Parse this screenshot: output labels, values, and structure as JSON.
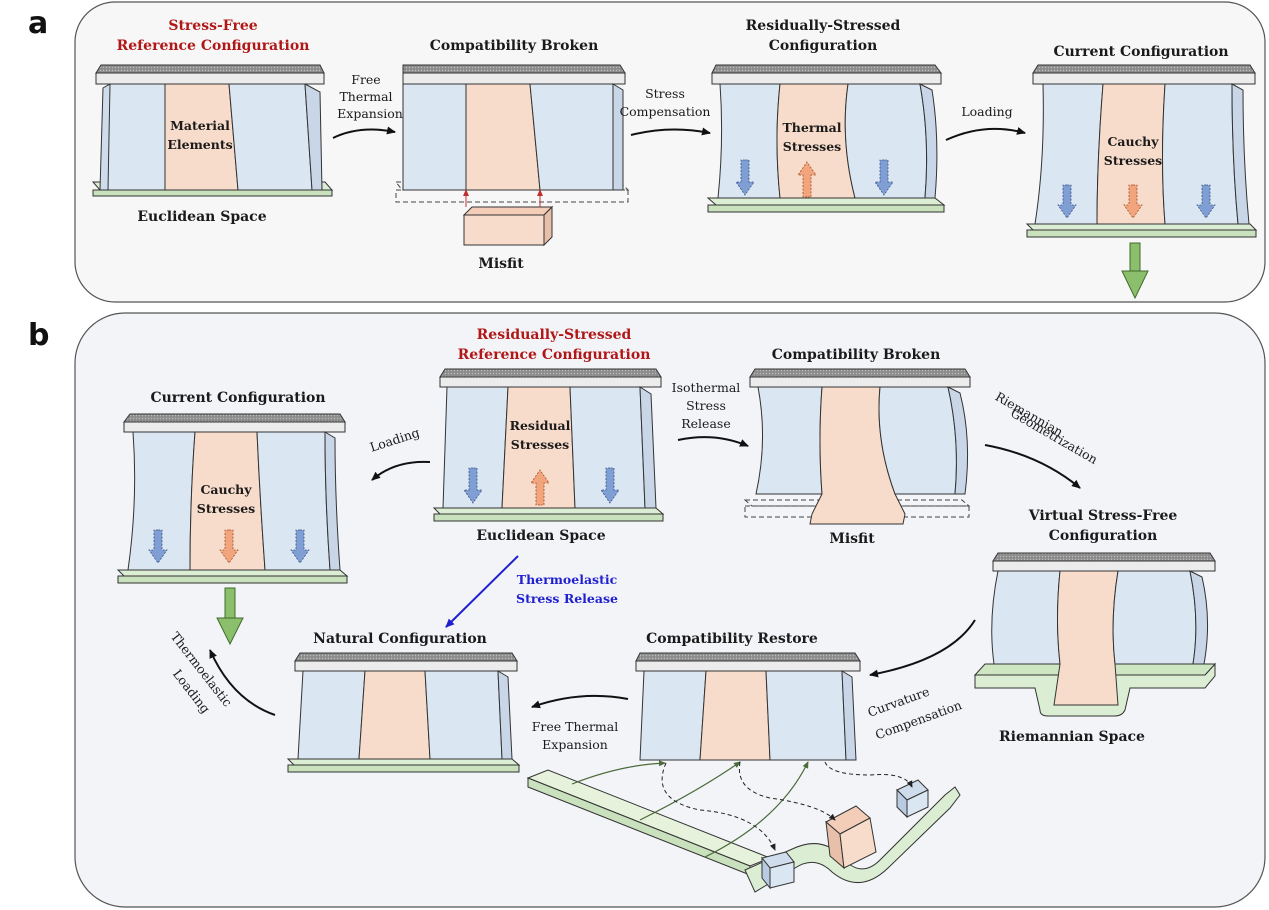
{
  "panels": {
    "a": "a",
    "b": "b"
  },
  "panel_a": {
    "s1_title_1": "Stress-Free",
    "s1_title_2": "Reference Configuration",
    "s1_body_1": "Material",
    "s1_body_2": "Elements",
    "s1_base": "Euclidean Space",
    "arrow1_1": "Free",
    "arrow1_2": "Thermal",
    "arrow1_3": "Expansion",
    "s2_title": "Compatibility Broken",
    "s2_misfit": "Misfit",
    "arrow2_1": "Stress",
    "arrow2_2": "Compensation",
    "s3_title_1": "Residually-Stressed",
    "s3_title_2": "Configuration",
    "s3_body_1": "Thermal",
    "s3_body_2": "Stresses",
    "arrow3": "Loading",
    "s4_title": "Current Configuration",
    "s4_body_1": "Cauchy",
    "s4_body_2": "Stresses"
  },
  "panel_b": {
    "ref_title_1": "Residually-Stressed",
    "ref_title_2": "Reference Configuration",
    "ref_body_1": "Residual",
    "ref_body_2": "Stresses",
    "ref_base": "Euclidean Space",
    "loading": "Loading",
    "cur_title": "Current Configuration",
    "cur_body_1": "Cauchy",
    "cur_body_2": "Stresses",
    "iso_1": "Isothermal",
    "iso_2": "Stress",
    "iso_3": "Release",
    "cb_title": "Compatibility Broken",
    "cb_misfit": "Misfit",
    "riem_1": "Riemannian",
    "riem_2": "Geometrization",
    "vsf_title_1": "Virtual Stress-Free",
    "vsf_title_2": "Configuration",
    "vsf_base": "Riemannian Space",
    "thermo_1": "Thermoelastic",
    "thermo_2": "Stress Release",
    "curv_1": "Curvature",
    "curv_2": "Compensation",
    "cr_title": "Compatibility Restore",
    "fte_1": "Free Thermal",
    "fte_2": "Expansion",
    "nat_title": "Natural Configuration",
    "tl_1": "Thermoelastic",
    "tl_2": "Loading"
  },
  "colors": {
    "blue_block": "#dbe6f3",
    "salmon_block": "#f8dccb",
    "green_plate": "#dbeed3",
    "gray_cap": "#9a9a9a",
    "panel_bg_b": "#f3f4f8",
    "arrow_blue": "#1f1fd0",
    "title_red": "#b01818"
  }
}
